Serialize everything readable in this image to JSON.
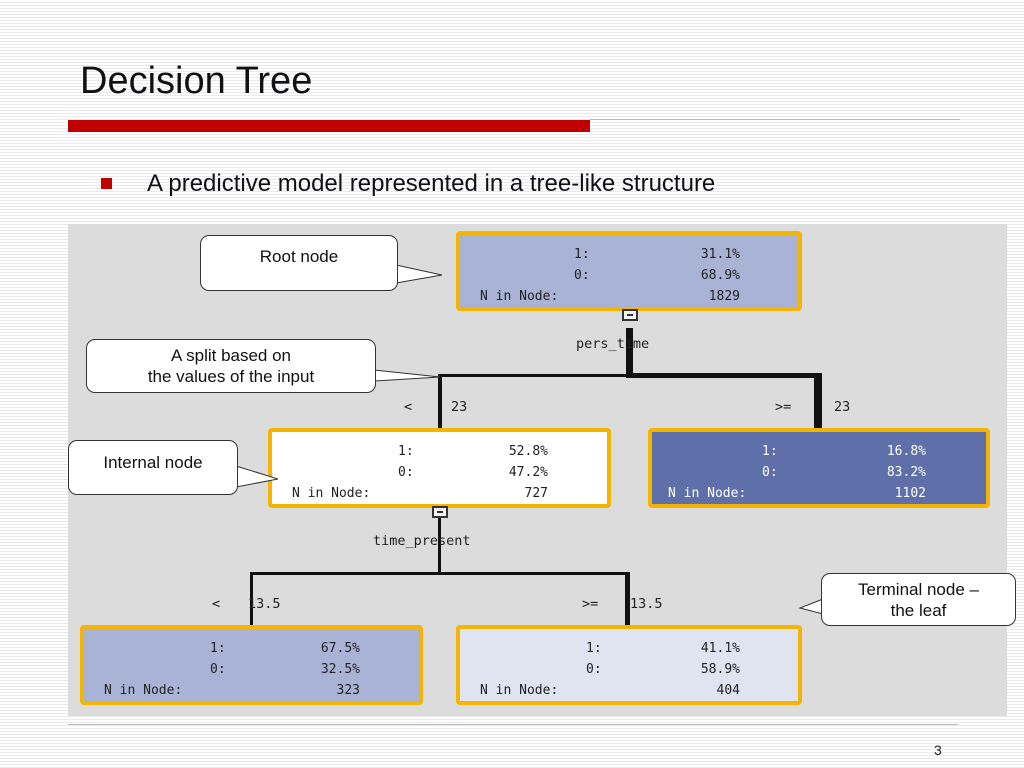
{
  "slide": {
    "title": "Decision Tree",
    "bullet": "A predictive model represented in a tree-like structure",
    "page_number": "3"
  },
  "tree": {
    "labels": {
      "one": "1:",
      "zero": "0:",
      "n": "N in Node:"
    },
    "root": {
      "one": "31.1%",
      "zero": "68.9%",
      "n": "1829",
      "fill": "#a9b3d6"
    },
    "split1": {
      "variable": "pers_time",
      "left": {
        "op": "<",
        "value": "23"
      },
      "right": {
        "op": ">=",
        "value": "23"
      }
    },
    "left_node": {
      "one": "52.8%",
      "zero": "47.2%",
      "n": "727",
      "fill": "#ffffff"
    },
    "right_node": {
      "one": "16.8%",
      "zero": "83.2%",
      "n": "1102",
      "fill": "#5f6fa9"
    },
    "split2": {
      "variable": "time_present",
      "left": {
        "op": "<",
        "value": "13.5"
      },
      "right": {
        "op": ">=",
        "value": "13.5"
      }
    },
    "leaf_left": {
      "one": "67.5%",
      "zero": "32.5%",
      "n": "323",
      "fill": "#a9b3d6"
    },
    "leaf_right": {
      "one": "41.1%",
      "zero": "58.9%",
      "n": "404",
      "fill": "#e0e4f1"
    }
  },
  "callouts": {
    "root": "Root node",
    "split": [
      "A split based on",
      "the values of the input"
    ],
    "internal": "Internal node",
    "terminal": [
      "Terminal node –",
      "the leaf"
    ]
  }
}
